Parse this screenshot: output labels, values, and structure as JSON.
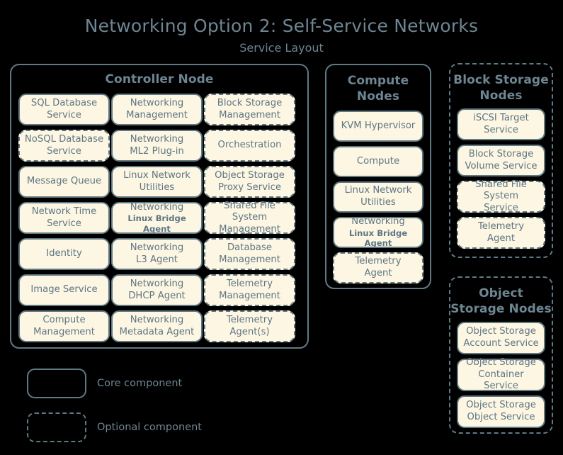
{
  "title": "Networking Option 2: Self-Service Networks",
  "subtitle": "Service Layout",
  "colors": {
    "background": "#000000",
    "chip_fill": "#fdf6e3",
    "stroke": "#5f7a85",
    "text": "#6e8592"
  },
  "controller_node": {
    "title": "Controller Node",
    "optional": false,
    "columns": [
      {
        "name": "column-1",
        "items": [
          {
            "line1": "SQL Database",
            "line2": "Service",
            "optional": false
          },
          {
            "line1": "NoSQL Database",
            "line2": "Service",
            "optional": true
          },
          {
            "line1": "Message Queue",
            "line2": "",
            "optional": false
          },
          {
            "line1": "Network Time",
            "line2": "Service",
            "optional": false
          },
          {
            "line1": "Identity",
            "line2": "",
            "optional": false
          },
          {
            "line1": "Image Service",
            "line2": "",
            "optional": false
          },
          {
            "line1": "Compute",
            "line2": "Management",
            "optional": false
          }
        ]
      },
      {
        "name": "column-2",
        "items": [
          {
            "line1": "Networking",
            "line2": "Management",
            "optional": false
          },
          {
            "line1": "Networking",
            "line2": "ML2 Plug-in",
            "optional": false
          },
          {
            "line1": "Linux Network",
            "line2": "Utilities",
            "optional": false
          },
          {
            "line1": "Networking",
            "line2": "Linux Bridge Agent",
            "optional": false,
            "small_second": true
          },
          {
            "line1": "Networking",
            "line2": "L3 Agent",
            "optional": false
          },
          {
            "line1": "Networking",
            "line2": "DHCP Agent",
            "optional": false
          },
          {
            "line1": "Networking",
            "line2": "Metadata Agent",
            "optional": false
          }
        ]
      },
      {
        "name": "column-3",
        "items": [
          {
            "line1": "Block Storage",
            "line2": "Management",
            "optional": true
          },
          {
            "line1": "Orchestration",
            "line2": "",
            "optional": true
          },
          {
            "line1": "Object Storage",
            "line2": "Proxy Service",
            "optional": true
          },
          {
            "line1": "Shared File System",
            "line2": "Management",
            "optional": true
          },
          {
            "line1": "Database",
            "line2": "Management",
            "optional": true
          },
          {
            "line1": "Telemetry",
            "line2": "Management",
            "optional": true
          },
          {
            "line1": "Telemetry",
            "line2": "Agent(s)",
            "optional": true
          }
        ]
      }
    ]
  },
  "compute_nodes": {
    "title_line1": "Compute",
    "title_line2": "Nodes",
    "optional": false,
    "items": [
      {
        "line1": "KVM Hypervisor",
        "line2": "",
        "optional": false
      },
      {
        "line1": "Compute",
        "line2": "",
        "optional": false
      },
      {
        "line1": "Linux Network",
        "line2": "Utilities",
        "optional": false
      },
      {
        "line1": "Networking",
        "line2": "Linux Bridge Agent",
        "optional": false,
        "small_second": true
      },
      {
        "line1": "Telemetry",
        "line2": "Agent",
        "optional": true
      }
    ]
  },
  "block_storage_nodes": {
    "title_line1": "Block Storage",
    "title_line2": "Nodes",
    "optional": true,
    "items": [
      {
        "line1": "iSCSI Target",
        "line2": "Service",
        "optional": false
      },
      {
        "line1": "Block Storage",
        "line2": "Volume Service",
        "optional": false
      },
      {
        "line1": "Shared File System",
        "line2": "Service",
        "optional": true
      },
      {
        "line1": "Telemetry",
        "line2": "Agent",
        "optional": true
      }
    ]
  },
  "object_storage_nodes": {
    "title_line1": "Object",
    "title_line2": "Storage Nodes",
    "optional": true,
    "items": [
      {
        "line1": "Object Storage",
        "line2": "Account Service",
        "optional": false
      },
      {
        "line1": "Object Storage",
        "line2": "Container Service",
        "optional": false
      },
      {
        "line1": "Object Storage",
        "line2": "Object Service",
        "optional": false
      }
    ]
  },
  "legend": {
    "core_label": "Core component",
    "optional_label": "Optional component"
  }
}
